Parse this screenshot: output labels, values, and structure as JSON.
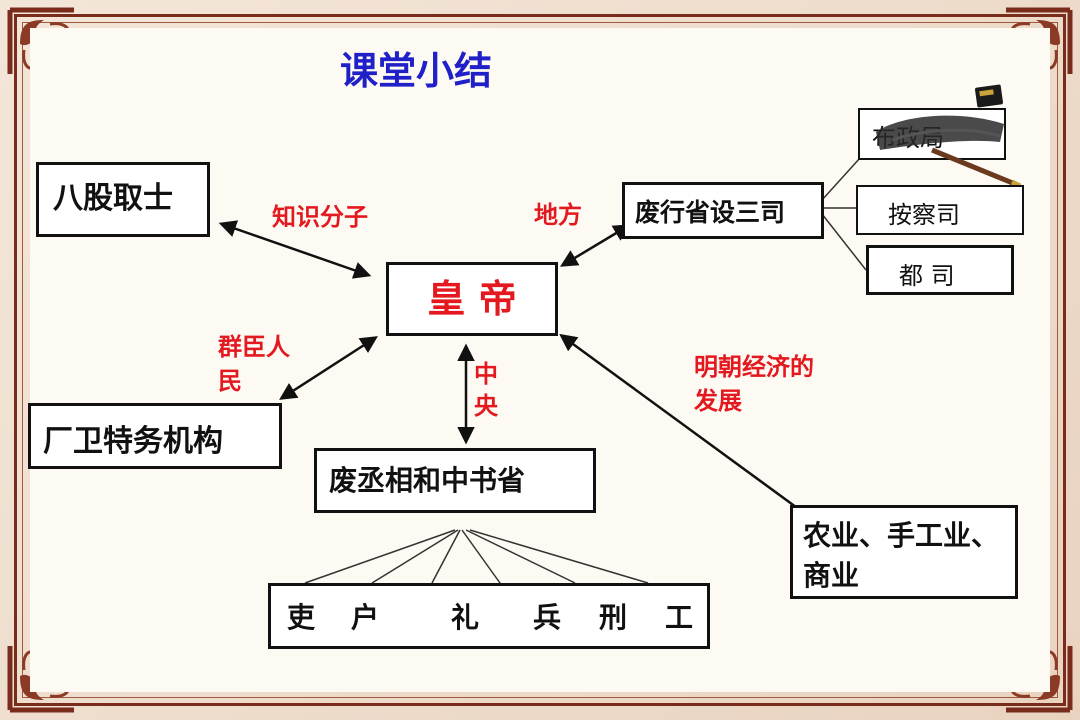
{
  "title": "课堂小结",
  "center": "皇 帝",
  "boxes": {
    "bagu": "八股取士",
    "changwei": "厂卫特务机构",
    "fei_cheng": "废丞相和中书省",
    "six_bu": [
      "吏",
      "户",
      "礼",
      "兵",
      "刑",
      "工"
    ],
    "fei_xing": "废行省设三司",
    "buzheng": "布政局",
    "ancha": "按察司",
    "dusi": "都 司",
    "economy_line1": "农业、手工业、",
    "economy_line2": "商业"
  },
  "labels": {
    "zhishi": "知识分子",
    "difang": "地方",
    "qunchen_line1": "群臣人",
    "qunchen_line2": "民",
    "zhong": "中",
    "yang": "央",
    "mingchao_line1": "明朝经济的",
    "mingchao_line2": "发展"
  },
  "colors": {
    "title": "#2020c8",
    "label": "#e3191f",
    "frame": "#7a2c1c"
  }
}
